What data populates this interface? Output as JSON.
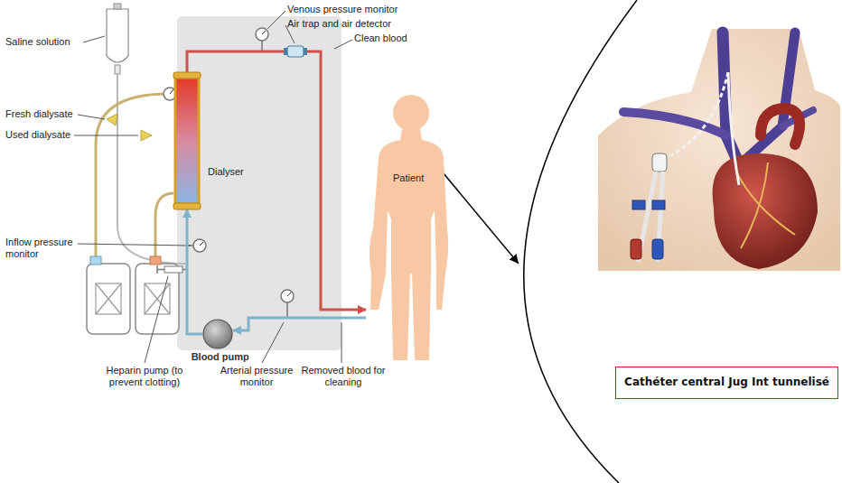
{
  "diagram": {
    "nodes": [
      {
        "text": [
          "Dialyser"
        ]
      },
      {
        "text": [
          "Patient"
        ]
      },
      {
        "text": [
          "Blood pump"
        ]
      },
      {
        "text": [
          "Cathéter central Jug Int tunnelisé"
        ]
      }
    ],
    "edges": [
      {
        "from": 2,
        "to": 0,
        "arrow": "to"
      },
      {
        "from": 0,
        "to": 1,
        "arrow": "to"
      },
      {
        "from": 1,
        "to": 2,
        "arrow": "to"
      }
    ],
    "labels": [
      "Venous pressure monitor",
      "Air trap and air detector",
      "Clean blood",
      "Saline solution",
      "Fresh dialysate",
      "Used dialysate",
      "Inflow pressure monitor",
      "Heparin pump (to prevent clotting)",
      "Arterial pressure monitor",
      "Removed blood for cleaning"
    ]
  }
}
